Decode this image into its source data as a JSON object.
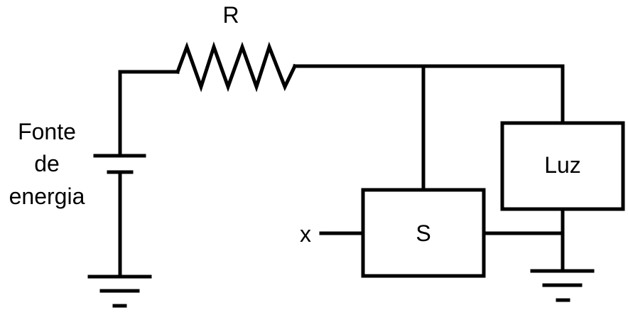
{
  "diagram": {
    "resistor_label": "R",
    "source_label_lines": [
      "Fonte",
      "de",
      "energia"
    ],
    "switch_label": "S",
    "light_label": "Luz",
    "input_label": "x"
  },
  "colors": {
    "stroke": "#000000",
    "background": "#ffffff"
  }
}
